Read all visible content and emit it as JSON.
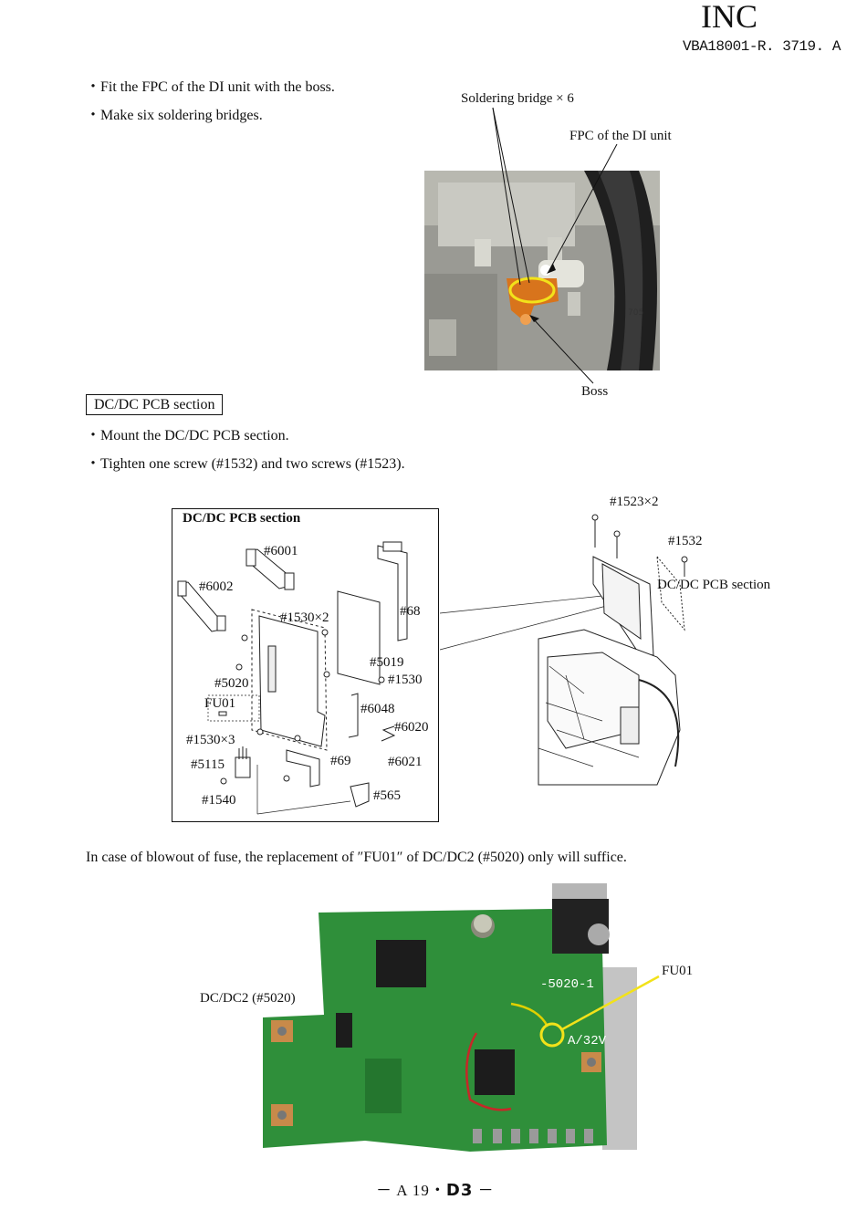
{
  "header": {
    "brand": "INC",
    "doc_number": "VBA18001-R. 3719. A"
  },
  "fpc_section": {
    "steps": [
      "・Fit the FPC of the DI unit with the boss.",
      "・Make six soldering bridges."
    ],
    "callouts": {
      "soldering": "Soldering bridge × 6",
      "fpc": "FPC of the DI unit",
      "boss": "Boss"
    }
  },
  "dcdc_section": {
    "heading": "DC/DC PCB section",
    "steps": [
      "・Mount the DC/DC PCB section.",
      "・Tighten one screw (#1532) and two screws (#1523)."
    ],
    "diagram": {
      "title": "DC/DC PCB section",
      "parts": [
        "#6001",
        "#6002",
        "#1530×2",
        "#68",
        "#5019",
        "#1530",
        "#5020",
        "FU01",
        "#6048",
        "#6020",
        "#1530×3",
        "#69",
        "#6021",
        "#5115",
        "#1540",
        "#565"
      ]
    },
    "assembly": {
      "screws_1523": "#1523×2",
      "screw_1532": "#1532",
      "label": "DC/DC PCB section"
    }
  },
  "fuse_note": {
    "text": "In case of blowout of fuse, the replacement of ″FU01″ of DC/DC2 (#5020) only will suffice."
  },
  "pcb_photo": {
    "fuse_label": "FU01",
    "board_label": "DC/DC2 (#5020)",
    "silk_text": [
      "-5020-1",
      "A/32V"
    ]
  },
  "footer": {
    "prefix": "－ A 19・",
    "model": "D3",
    "suffix": " －"
  },
  "colors": {
    "pcb_green": "#2f8f3a",
    "circle_yellow": "#f2e21a",
    "fpc_orange": "#d8741c"
  }
}
